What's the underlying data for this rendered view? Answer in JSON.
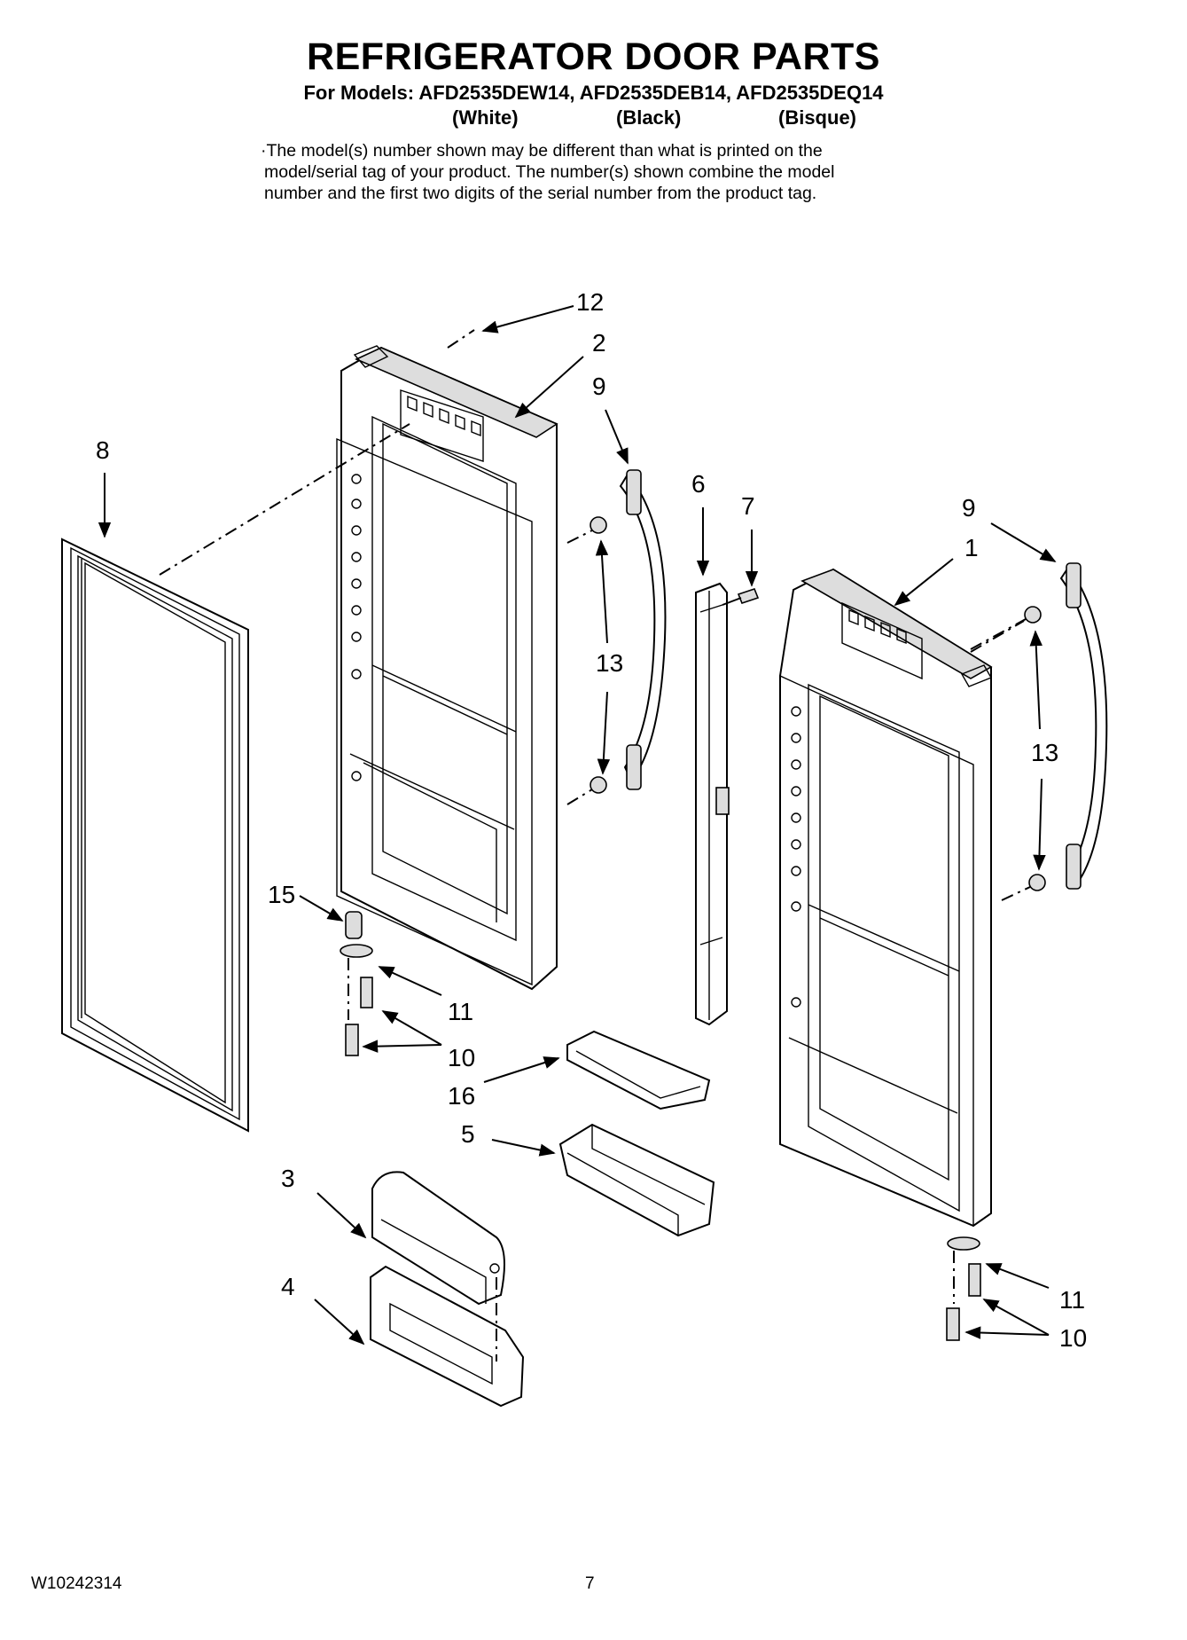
{
  "header": {
    "title": "REFRIGERATOR DOOR PARTS",
    "models_line": "For Models: AFD2535DEW14, AFD2535DEB14, AFD2535DEQ14",
    "variants": [
      "(White)",
      "(Black)",
      "(Bisque)"
    ]
  },
  "note_lines": [
    "·The model(s) number shown may be different than what is printed on the",
    "model/serial tag of your product. The number(s) shown combine the model",
    "number and the first two digits of the serial number from the product tag."
  ],
  "callouts": {
    "c12": "12",
    "c2": "2",
    "c9a": "9",
    "c8": "8",
    "c6": "6",
    "c7": "7",
    "c9b": "9",
    "c1": "1",
    "c13a": "13",
    "c13b": "13",
    "c15": "15",
    "c11a": "11",
    "c10a": "10",
    "c16": "16",
    "c5": "5",
    "c3": "3",
    "c4": "4",
    "c11b": "11",
    "c10b": "10"
  },
  "footer": {
    "doc_number": "W10242314",
    "page_number": "7"
  }
}
